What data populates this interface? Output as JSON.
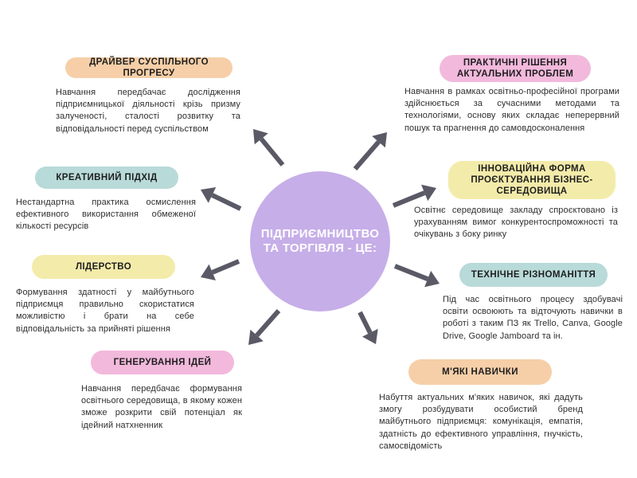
{
  "center": {
    "title": "ПІДПРИЄМНИЦТВО\nТА ТОРГІВЛЯ - ЦЕ:"
  },
  "colors": {
    "center": "#c6aee8",
    "arrow": "#5a5966",
    "peach": "#f6cfa8",
    "pink": "#f2b9dc",
    "teal": "#b8dad9",
    "yellow": "#f3ebaa"
  },
  "nodes": [
    {
      "id": "driver",
      "title": "ДРАЙВЕР СУСПІЛЬНОГО ПРОГРЕСУ",
      "text": "Навчання передбачає дослідження підприємницької діяльності крізь призму залученості, сталості розвитку та відповідальності перед суспільством"
    },
    {
      "id": "creative",
      "title": "КРЕАТИВНИЙ ПІДХІД",
      "text": "Нестандартна практика осмислення ефективного використання обмеженої кількості ресурсів"
    },
    {
      "id": "leadership",
      "title": "ЛІДЕРСТВО",
      "text": "Формування здатності у майбутнього підприємця правильно скористатися можливістю і брати на себе відповідальність за прийняті рішення"
    },
    {
      "id": "ideas",
      "title": "ГЕНЕРУВАННЯ ІДЕЙ",
      "text": "Навчання передбачає формування освітнього середовища, в якому кожен зможе розкрити свій потенціал як ідейний натхненник"
    },
    {
      "id": "practical",
      "title": "ПРАКТИЧНІ РІШЕННЯ\nАКТУАЛЬНИХ ПРОБЛЕМ",
      "text": "Навчання в рамках освітньо-професійної програми здійснюється за сучасними методами та технологіями, основу яких складає неперервний пошук та прагнення до самовдосконалення"
    },
    {
      "id": "innovation",
      "title": "ІННОВАЦІЙНА ФОРМА\nПРОЄКТУВАННЯ БІЗНЕС-\nСЕРЕДОВИЩА",
      "text": "Освітнє середовище закладу спроєктовано із урахуванням вимог конкурентоспроможності та очікувань з боку ринку"
    },
    {
      "id": "tech",
      "title": "ТЕХНІЧНЕ РІЗНОМАНІТТЯ",
      "text": "Під час освітнього процесу здобувачі освіти освоюють та відточують навички в роботі з таким ПЗ як Trello, Canva, Google Drive, Google Jamboard та ін."
    },
    {
      "id": "soft",
      "title": "М'ЯКІ НАВИЧКИ",
      "text": "Набуття актуальних м'яких навичок, які дадуть змогу розбудувати особистий бренд майбутнього підприємця: комунікація, емпатія, здатність до ефективного управління, гнучкість, самосвідомість"
    }
  ]
}
